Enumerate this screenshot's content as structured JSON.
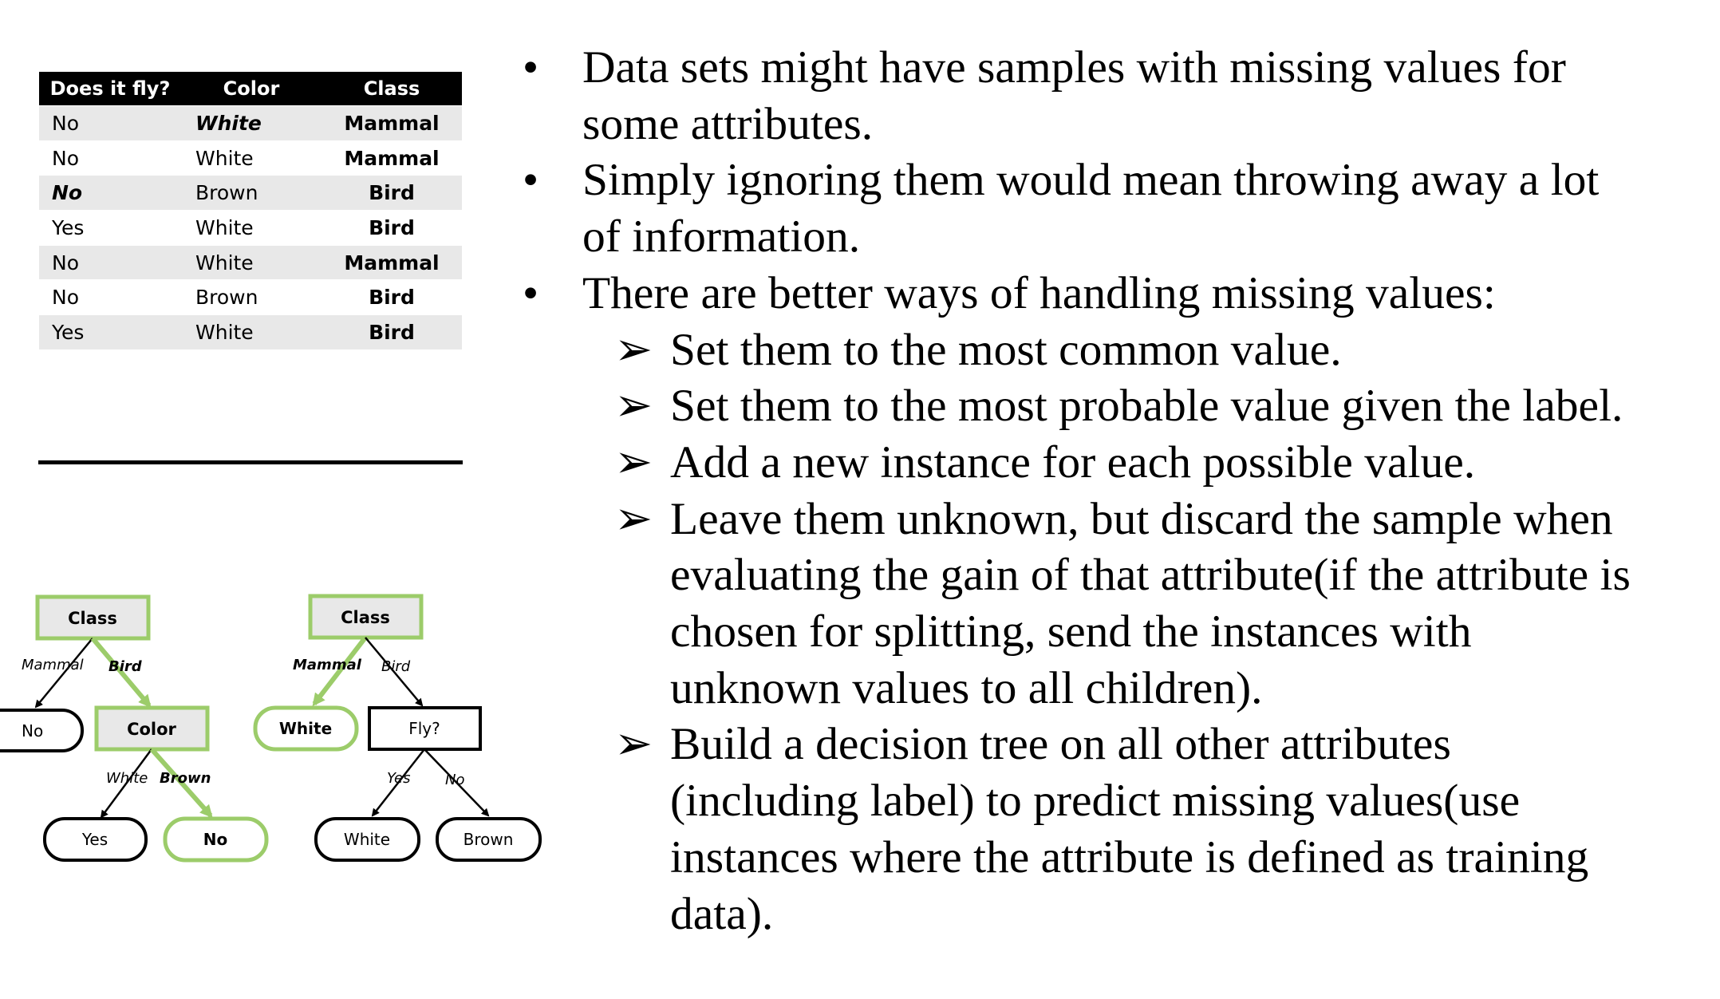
{
  "table": {
    "headers": [
      "Does it fly?",
      "Color",
      "Class"
    ],
    "rows": [
      [
        "No",
        "White",
        "Mammal"
      ],
      [
        "No",
        "White",
        "Mammal"
      ],
      [
        "No",
        "Brown",
        "Bird"
      ],
      [
        "Yes",
        "White",
        "Bird"
      ],
      [
        "No",
        "White",
        "Mammal"
      ],
      [
        "No",
        "Brown",
        "Bird"
      ],
      [
        "Yes",
        "White",
        "Bird"
      ]
    ]
  },
  "tree1": {
    "root": "Class",
    "edge_left": "Mammal",
    "edge_right": "Bird",
    "leaf_no": "No",
    "node_color": "Color",
    "edge_white": "White",
    "edge_brown": "Brown",
    "leaf_yes": "Yes",
    "leaf_no2": "No"
  },
  "tree2": {
    "root": "Class",
    "edge_left": "Mammal",
    "edge_right": "Bird",
    "leaf_white": "White",
    "node_fly": "Fly?",
    "edge_yes": "Yes",
    "edge_no": "No",
    "leaf_white2": "White",
    "leaf_brown": "Brown"
  },
  "colors": {
    "highlight_green": "#9ccc6a",
    "node_fill": "#e8e8e8",
    "table_header": "#000000"
  },
  "bullets": {
    "b1_l1": "Data sets might have samples with missing values for",
    "b1_l2": "some attributes.",
    "b2_l1": "Simply ignoring them would mean throwing away a lot",
    "b2_l2": "of information.",
    "b3_l1": "There are better ways of handling missing values:",
    "s1": "Set them to the most common value.",
    "s2": "Set them to the most probable value given the label.",
    "s3": "Add a new instance for each possible value.",
    "s4_l1": "Leave them unknown, but discard the sample when",
    "s4_l2": "evaluating the gain of that attribute(if the attribute is",
    "s4_l3": "chosen for splitting, send the instances with",
    "s4_l4": "unknown values to all children).",
    "s5_l1": "Build a decision tree on all other attributes",
    "s5_l2": "(including label) to predict missing values(use",
    "s5_l3": "instances where the attribute is defined as training",
    "s5_l4": "data)."
  }
}
